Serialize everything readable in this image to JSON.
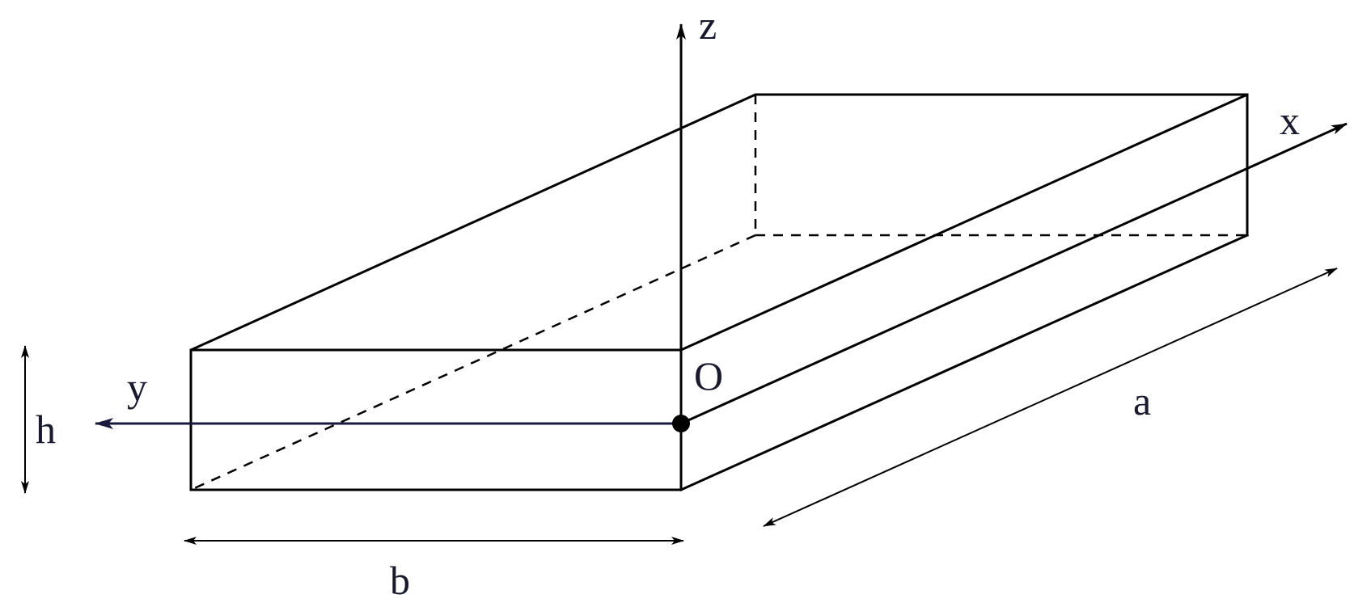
{
  "labels": {
    "z_axis": "z",
    "x_axis": "x",
    "y_axis": "y",
    "origin": "O",
    "thickness": "h",
    "width": "b",
    "length": "a"
  }
}
